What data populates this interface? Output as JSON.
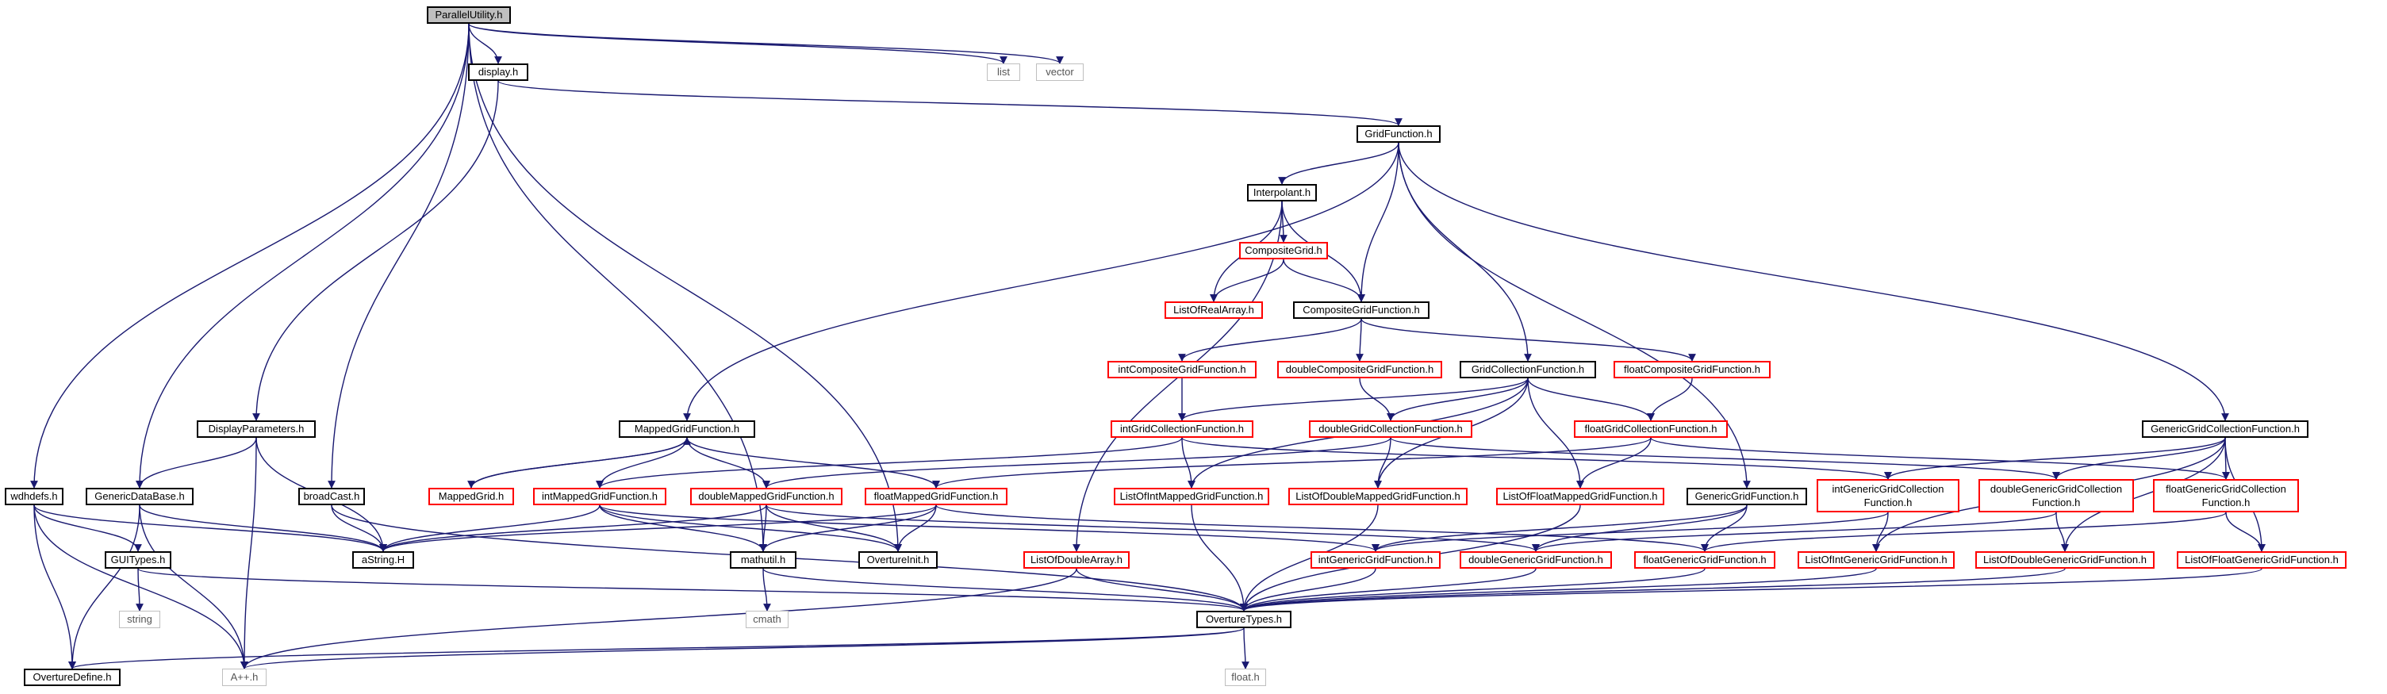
{
  "graph": {
    "root": "ParallelUtility.h",
    "nodes": [
      {
        "id": "pu",
        "label": "ParallelUtility.h",
        "kind": "root"
      },
      {
        "id": "list",
        "label": "list",
        "kind": "grey"
      },
      {
        "id": "vector",
        "label": "vector",
        "kind": "grey"
      },
      {
        "id": "display",
        "label": "display.h",
        "kind": "black"
      },
      {
        "id": "gf",
        "label": "GridFunction.h",
        "kind": "black"
      },
      {
        "id": "interp",
        "label": "Interpolant.h",
        "kind": "black"
      },
      {
        "id": "cg",
        "label": "CompositeGrid.h",
        "kind": "red"
      },
      {
        "id": "lora",
        "label": "ListOfRealArray.h",
        "kind": "red"
      },
      {
        "id": "cgf",
        "label": "CompositeGridFunction.h",
        "kind": "black"
      },
      {
        "id": "icgf",
        "label": "intCompositeGridFunction.h",
        "kind": "red"
      },
      {
        "id": "dcgf",
        "label": "doubleCompositeGridFunction.h",
        "kind": "red"
      },
      {
        "id": "gcf",
        "label": "GridCollectionFunction.h",
        "kind": "black"
      },
      {
        "id": "fcgf",
        "label": "floatCompositeGridFunction.h",
        "kind": "red"
      },
      {
        "id": "igcf",
        "label": "intGridCollectionFunction.h",
        "kind": "red"
      },
      {
        "id": "dgcf",
        "label": "doubleGridCollectionFunction.h",
        "kind": "red"
      },
      {
        "id": "fgcf",
        "label": "floatGridCollectionFunction.h",
        "kind": "red"
      },
      {
        "id": "ggcf",
        "label": "GenericGridCollectionFunction.h",
        "kind": "black"
      },
      {
        "id": "dp",
        "label": "DisplayParameters.h",
        "kind": "black"
      },
      {
        "id": "mgf",
        "label": "MappedGridFunction.h",
        "kind": "black"
      },
      {
        "id": "wdh",
        "label": "wdhdefs.h",
        "kind": "black"
      },
      {
        "id": "gdb",
        "label": "GenericDataBase.h",
        "kind": "black"
      },
      {
        "id": "bc",
        "label": "broadCast.h",
        "kind": "black"
      },
      {
        "id": "mg",
        "label": "MappedGrid.h",
        "kind": "red"
      },
      {
        "id": "imgf",
        "label": "intMappedGridFunction.h",
        "kind": "red"
      },
      {
        "id": "dmgf",
        "label": "doubleMappedGridFunction.h",
        "kind": "red"
      },
      {
        "id": "fmgf",
        "label": "floatMappedGridFunction.h",
        "kind": "red"
      },
      {
        "id": "loimgf",
        "label": "ListOfIntMappedGridFunction.h",
        "kind": "red"
      },
      {
        "id": "lodmgf",
        "label": "ListOfDoubleMappedGridFunction.h",
        "kind": "red"
      },
      {
        "id": "lofmgf",
        "label": "ListOfFloatMappedGridFunction.h",
        "kind": "red"
      },
      {
        "id": "ggf",
        "label": "GenericGridFunction.h",
        "kind": "black"
      },
      {
        "id": "iggcf",
        "label": "intGenericGridCollection\nFunction.h",
        "kind": "red"
      },
      {
        "id": "dggcf",
        "label": "doubleGenericGridCollection\nFunction.h",
        "kind": "red"
      },
      {
        "id": "fggcf",
        "label": "floatGenericGridCollection\nFunction.h",
        "kind": "red"
      },
      {
        "id": "astr",
        "label": "aString.H",
        "kind": "black"
      },
      {
        "id": "gui",
        "label": "GUITypes.h",
        "kind": "black"
      },
      {
        "id": "mathutil",
        "label": "mathutil.h",
        "kind": "black"
      },
      {
        "id": "oinit",
        "label": "OvertureInit.h",
        "kind": "black"
      },
      {
        "id": "loda",
        "label": "ListOfDoubleArray.h",
        "kind": "red"
      },
      {
        "id": "iggf",
        "label": "intGenericGridFunction.h",
        "kind": "red"
      },
      {
        "id": "dggf",
        "label": "doubleGenericGridFunction.h",
        "kind": "red"
      },
      {
        "id": "fggf",
        "label": "floatGenericGridFunction.h",
        "kind": "red"
      },
      {
        "id": "loiggf",
        "label": "ListOfIntGenericGridFunction.h",
        "kind": "red"
      },
      {
        "id": "lodggf",
        "label": "ListOfDoubleGenericGridFunction.h",
        "kind": "red"
      },
      {
        "id": "lofggf",
        "label": "ListOfFloatGenericGridFunction.h",
        "kind": "red"
      },
      {
        "id": "string",
        "label": "string",
        "kind": "grey"
      },
      {
        "id": "cmath",
        "label": "cmath",
        "kind": "grey"
      },
      {
        "id": "ot",
        "label": "OvertureTypes.h",
        "kind": "black"
      },
      {
        "id": "od",
        "label": "OvertureDefine.h",
        "kind": "black"
      },
      {
        "id": "app",
        "label": "A++.h",
        "kind": "grey"
      },
      {
        "id": "floath",
        "label": "float.h",
        "kind": "grey"
      }
    ],
    "edges": [
      [
        "pu",
        "list"
      ],
      [
        "pu",
        "vector"
      ],
      [
        "pu",
        "display"
      ],
      [
        "pu",
        "wdh"
      ],
      [
        "pu",
        "gdb"
      ],
      [
        "pu",
        "bc"
      ],
      [
        "pu",
        "mathutil"
      ],
      [
        "pu",
        "oinit"
      ],
      [
        "display",
        "gf"
      ],
      [
        "display",
        "dp"
      ],
      [
        "gf",
        "interp"
      ],
      [
        "gf",
        "cgf"
      ],
      [
        "gf",
        "gcf"
      ],
      [
        "gf",
        "mgf"
      ],
      [
        "gf",
        "ggf"
      ],
      [
        "gf",
        "ggcf"
      ],
      [
        "interp",
        "cg"
      ],
      [
        "interp",
        "lora"
      ],
      [
        "interp",
        "cgf"
      ],
      [
        "interp",
        "loda"
      ],
      [
        "cg",
        "lora"
      ],
      [
        "cg",
        "cgf"
      ],
      [
        "cgf",
        "icgf"
      ],
      [
        "cgf",
        "dcgf"
      ],
      [
        "cgf",
        "fcgf"
      ],
      [
        "icgf",
        "igcf"
      ],
      [
        "dcgf",
        "dgcf"
      ],
      [
        "fcgf",
        "fgcf"
      ],
      [
        "gcf",
        "igcf"
      ],
      [
        "gcf",
        "dgcf"
      ],
      [
        "gcf",
        "fgcf"
      ],
      [
        "gcf",
        "loimgf"
      ],
      [
        "gcf",
        "lodmgf"
      ],
      [
        "gcf",
        "lofmgf"
      ],
      [
        "igcf",
        "imgf"
      ],
      [
        "igcf",
        "loimgf"
      ],
      [
        "igcf",
        "iggcf"
      ],
      [
        "dgcf",
        "dmgf"
      ],
      [
        "dgcf",
        "lodmgf"
      ],
      [
        "dgcf",
        "dggcf"
      ],
      [
        "fgcf",
        "fmgf"
      ],
      [
        "fgcf",
        "lofmgf"
      ],
      [
        "fgcf",
        "fggcf"
      ],
      [
        "ggcf",
        "iggcf"
      ],
      [
        "ggcf",
        "dggcf"
      ],
      [
        "ggcf",
        "fggcf"
      ],
      [
        "ggcf",
        "loiggf"
      ],
      [
        "ggcf",
        "lodggf"
      ],
      [
        "ggcf",
        "lofggf"
      ],
      [
        "dp",
        "gdb"
      ],
      [
        "dp",
        "astr"
      ],
      [
        "dp",
        "app"
      ],
      [
        "mgf",
        "mg"
      ],
      [
        "mgf",
        "imgf"
      ],
      [
        "mgf",
        "dmgf"
      ],
      [
        "mgf",
        "fmgf"
      ],
      [
        "mg",
        "mgf"
      ],
      [
        "imgf",
        "astr"
      ],
      [
        "imgf",
        "mathutil"
      ],
      [
        "imgf",
        "oinit"
      ],
      [
        "imgf",
        "iggf"
      ],
      [
        "dmgf",
        "astr"
      ],
      [
        "dmgf",
        "mathutil"
      ],
      [
        "dmgf",
        "oinit"
      ],
      [
        "dmgf",
        "dggf"
      ],
      [
        "fmgf",
        "astr"
      ],
      [
        "fmgf",
        "mathutil"
      ],
      [
        "fmgf",
        "oinit"
      ],
      [
        "fmgf",
        "fggf"
      ],
      [
        "wdh",
        "gui"
      ],
      [
        "wdh",
        "astr"
      ],
      [
        "wdh",
        "od"
      ],
      [
        "wdh",
        "app"
      ],
      [
        "gdb",
        "astr"
      ],
      [
        "gdb",
        "od"
      ],
      [
        "gdb",
        "app"
      ],
      [
        "bc",
        "astr"
      ],
      [
        "bc",
        "ot"
      ],
      [
        "gui",
        "string"
      ],
      [
        "gui",
        "ot"
      ],
      [
        "mathutil",
        "cmath"
      ],
      [
        "mathutil",
        "ot"
      ],
      [
        "loda",
        "ot"
      ],
      [
        "loda",
        "app"
      ],
      [
        "loimgf",
        "ot"
      ],
      [
        "lodmgf",
        "ot"
      ],
      [
        "lofmgf",
        "ot"
      ],
      [
        "ggf",
        "iggf"
      ],
      [
        "ggf",
        "dggf"
      ],
      [
        "ggf",
        "fggf"
      ],
      [
        "iggcf",
        "loiggf"
      ],
      [
        "iggcf",
        "iggf"
      ],
      [
        "dggcf",
        "lodggf"
      ],
      [
        "dggcf",
        "dggf"
      ],
      [
        "fggcf",
        "lofggf"
      ],
      [
        "fggcf",
        "fggf"
      ],
      [
        "iggf",
        "ot"
      ],
      [
        "dggf",
        "ot"
      ],
      [
        "fggf",
        "ot"
      ],
      [
        "loiggf",
        "ot"
      ],
      [
        "lodggf",
        "ot"
      ],
      [
        "lofggf",
        "ot"
      ],
      [
        "ot",
        "od"
      ],
      [
        "ot",
        "app"
      ],
      [
        "ot",
        "floath"
      ]
    ],
    "colors": {
      "edge": "#191970",
      "black_border": "#000000",
      "red_border": "#ff0000",
      "grey_border": "#bfbfbf",
      "root_fill": "#bfbfbf"
    }
  }
}
